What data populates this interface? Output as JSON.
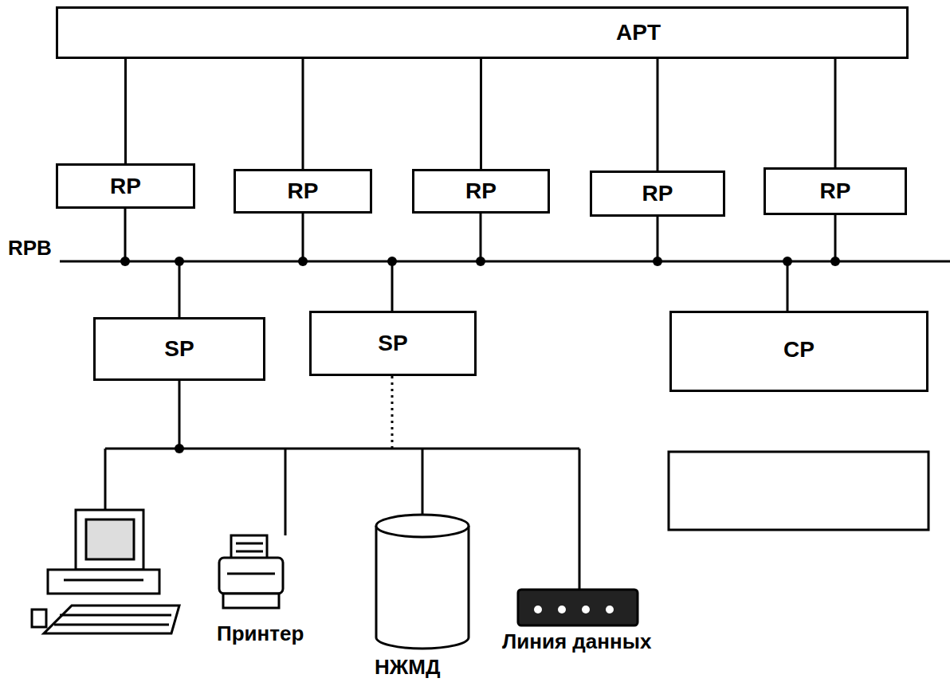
{
  "diagram": {
    "nodes": [
      {
        "text": [
          "APT"
        ]
      },
      {
        "text": [
          "RP"
        ]
      },
      {
        "text": [
          "RP"
        ]
      },
      {
        "text": [
          "RP"
        ]
      },
      {
        "text": [
          "RP"
        ]
      },
      {
        "text": [
          "RP"
        ]
      },
      {
        "text": [
          "SP"
        ]
      },
      {
        "text": [
          "SP"
        ]
      },
      {
        "text": [
          "CP"
        ]
      }
    ],
    "edges": [
      {
        "from": 0,
        "to": 1,
        "arrow": "none"
      },
      {
        "from": 0,
        "to": 2,
        "arrow": "none"
      },
      {
        "from": 0,
        "to": 3,
        "arrow": "none"
      },
      {
        "from": 0,
        "to": 4,
        "arrow": "none"
      },
      {
        "from": 0,
        "to": 5,
        "arrow": "none"
      }
    ],
    "labels": [
      "RPB",
      "Принтер",
      "НЖМД",
      "Линия данных"
    ]
  }
}
